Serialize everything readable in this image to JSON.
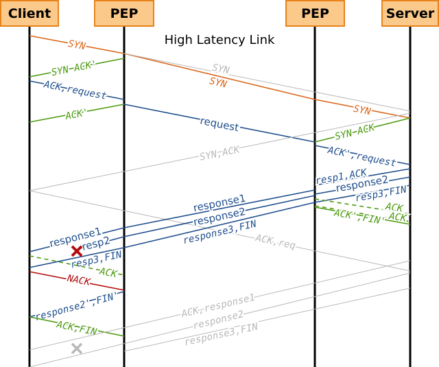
{
  "title": "High Latency Link",
  "actors": [
    "Client",
    "PEP",
    "PEP",
    "Server"
  ],
  "colors": {
    "syn": "#d9661a",
    "ack": "#4c9a0f",
    "data": "#1f4e8c",
    "nack": "#b30c0c",
    "ghost": "#b8b8b8",
    "actor_fill": "#fbc98a",
    "actor_border": "#e8821a"
  },
  "messages": [
    {
      "label": "SYN",
      "kind": "syn"
    },
    {
      "label": "SYN",
      "kind": "syn"
    },
    {
      "label": "SYN",
      "kind": "syn"
    },
    {
      "label": "SYN",
      "kind": "ghost"
    },
    {
      "label": "SYN ACK'",
      "kind": "ack"
    },
    {
      "label": "ACK,request",
      "kind": "data"
    },
    {
      "label": "ACK'",
      "kind": "ack"
    },
    {
      "label": "request",
      "kind": "data"
    },
    {
      "label": "SYN ACK",
      "kind": "ack"
    },
    {
      "label": "SYN,ACK",
      "kind": "ghost"
    },
    {
      "label": "ACK,req",
      "kind": "ghost"
    },
    {
      "label": "ACK',request",
      "kind": "data"
    },
    {
      "label": "resp1,ACK",
      "kind": "data"
    },
    {
      "label": "response2",
      "kind": "data"
    },
    {
      "label": "resp3,FIN",
      "kind": "data"
    },
    {
      "label": "response1",
      "kind": "data"
    },
    {
      "label": "response2",
      "kind": "data"
    },
    {
      "label": "response3,FIN",
      "kind": "data"
    },
    {
      "label": "response1",
      "kind": "data"
    },
    {
      "label": "resp2",
      "kind": "data"
    },
    {
      "label": "resp3,FIN",
      "kind": "data"
    },
    {
      "label": "ACK",
      "kind": "ack"
    },
    {
      "label": "ACK",
      "kind": "ack"
    },
    {
      "label": "ACK',FIN'",
      "kind": "ack"
    },
    {
      "label": "ACK",
      "kind": "ack"
    },
    {
      "label": "NACK",
      "kind": "nack"
    },
    {
      "label": "response2',FIN'",
      "kind": "data"
    },
    {
      "label": "ACK,FIN",
      "kind": "ack"
    },
    {
      "label": "ACK,response1",
      "kind": "ghost"
    },
    {
      "label": "response2",
      "kind": "ghost"
    },
    {
      "label": "response3,FIN",
      "kind": "ghost"
    }
  ],
  "loss_markers": [
    {
      "kind": "nack"
    },
    {
      "kind": "ghost"
    }
  ]
}
